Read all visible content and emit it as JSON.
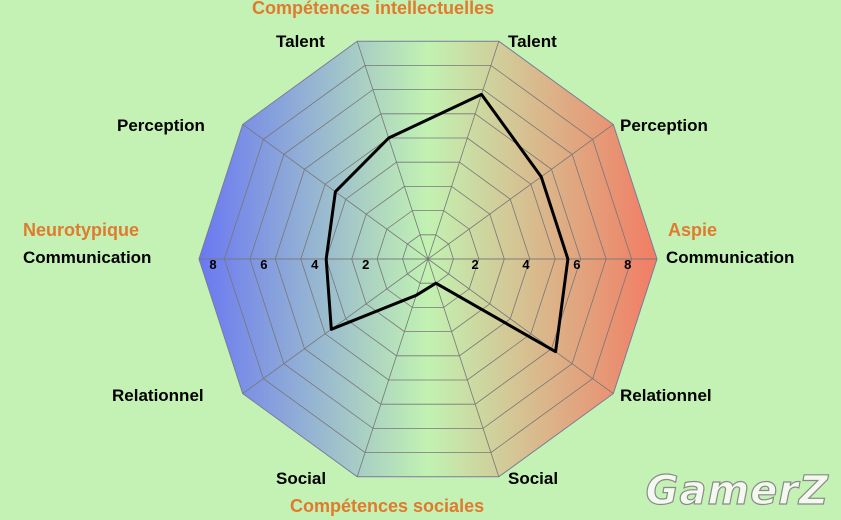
{
  "chart_data": {
    "type": "radar",
    "title": "",
    "left_axes": [
      "Talent",
      "Perception",
      "Communication",
      "Relationnel",
      "Social"
    ],
    "right_axes": [
      "Talent",
      "Perception",
      "Communication",
      "Relationnel",
      "Social"
    ],
    "group_labels": {
      "top": "Compétences intellectuelles",
      "bottom": "Compétences sociales",
      "left": "Neurotypique",
      "right": "Aspie"
    },
    "tick_labels_left": [
      "8",
      "6",
      "4",
      "2"
    ],
    "tick_labels_right": [
      "2",
      "4",
      "6",
      "8"
    ],
    "range": [
      0,
      9
    ],
    "series": [
      {
        "color": "#000000",
        "left_values": [
          5.0,
          4.5,
          4.0,
          4.7,
          1.5
        ],
        "right_values": [
          6.8,
          5.5,
          5.5,
          6.2,
          1.0
        ]
      }
    ],
    "colors": {
      "neurotypique": "#6a78f2",
      "center": "#c2f2b2",
      "aspie": "#f27c64",
      "background": "#c4f2b4",
      "labels": "#e07a2e"
    }
  },
  "watermark": "GamerZ"
}
